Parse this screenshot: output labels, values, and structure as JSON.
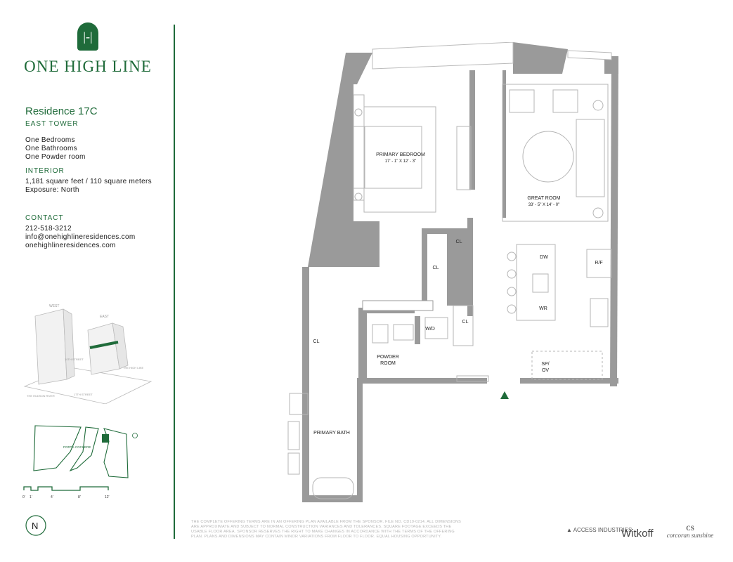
{
  "brand": {
    "logo_glyph": "|-|",
    "name": "ONE HIGH LINE"
  },
  "residence": {
    "title": "Residence 17C",
    "tower": "EAST TOWER",
    "rooms": [
      "One Bedrooms",
      "One Bathrooms",
      "One Powder room"
    ],
    "interior_heading": "INTERIOR",
    "area": "1,181 square feet / 110 square meters",
    "exposure": "Exposure: North"
  },
  "contact": {
    "heading": "CONTACT",
    "phone": "212-518-3212",
    "email": "info@onehighlineresidences.com",
    "website": "onehighlineresidences.com"
  },
  "site_map": {
    "west_label": "WEST",
    "east_label": "EAST",
    "street_10th": "10TH STREET",
    "street_17th": "17TH STREET",
    "high_line": "THE HIGH LINE",
    "hudson": "THE HUDSON RIVER",
    "porte_cochere": "PORTE-COCHERE"
  },
  "scale": {
    "ticks": [
      "0'",
      "1'",
      "4'",
      "8'",
      "12'"
    ]
  },
  "compass": {
    "label": "N"
  },
  "rooms": {
    "primary_bedroom": {
      "name": "PRIMARY BEDROOM",
      "dims": "17' - 1\" X 12' - 3\""
    },
    "great_room": {
      "name": "GREAT ROOM",
      "dims": "33' - 5\" X 14' - 0\""
    },
    "powder_room": {
      "name": [
        "POWDER",
        "ROOM"
      ]
    },
    "primary_bath": {
      "name": "PRIMARY BATH"
    },
    "closets": [
      "CL",
      "CL",
      "CL",
      "CL"
    ],
    "wd": "W/D",
    "rf": "R/F",
    "dw": "DW",
    "wr": "WR",
    "spov": [
      "SP/",
      "OV"
    ]
  },
  "disclaimer": "THE COMPLETE OFFERING TERMS ARE IN AN OFFERING PLAN AVAILABLE FROM THE SPONSOR. FILE NO. CD19-0214. ALL DIMENSIONS ARE APPROXIMATE AND SUBJECT TO NORMAL CONSTRUCTION VARIANCES AND TOLERANCES. SQUARE FOOTAGE EXCEEDS THE USABLE FLOOR AREA. SPONSOR RESERVES THE RIGHT TO MAKE CHANGES IN ACCORDANCE WITH THE TERMS OF THE OFFERING PLAN. PLANS AND DIMENSIONS MAY CONTAIN MINOR VARIATIONS FROM FLOOR TO FLOOR. EQUAL HOUSING OPPORTUNITY.",
  "partners": {
    "access": "ACCESS INDUSTRIES",
    "witkoff": "Witkoff",
    "corcoran": "corcoran sunshine"
  },
  "colors": {
    "accent": "#1f6b3a",
    "wall": "#9a9a9a",
    "window": "#d8d8d8"
  }
}
